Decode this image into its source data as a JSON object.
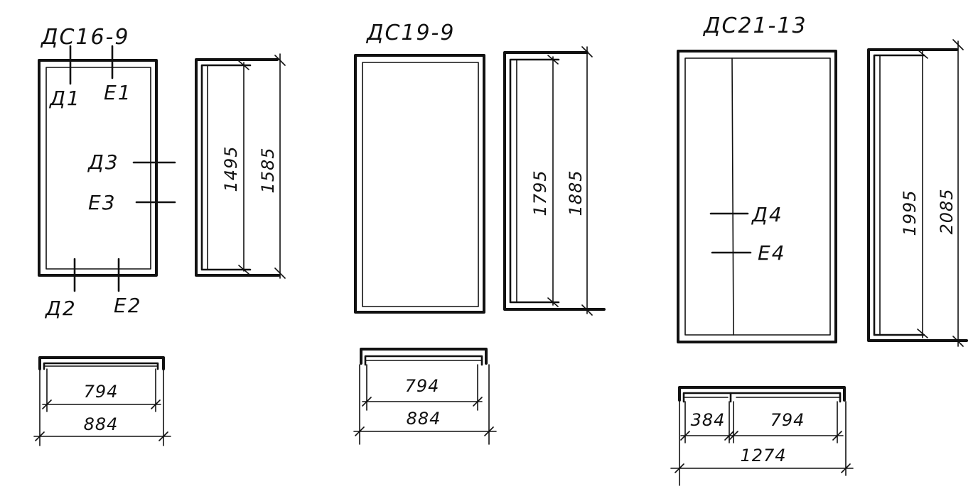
{
  "drawings": [
    {
      "title": "ДС16-9",
      "marks": [
        "Д1",
        "Е1",
        "Д3",
        "Е3",
        "Д2",
        "Е2"
      ],
      "side_dimensions": [
        "1495",
        "1585"
      ],
      "bottom_dimensions": [
        "794",
        "884"
      ]
    },
    {
      "title": "ДС19-9",
      "marks": [],
      "side_dimensions": [
        "1795",
        "1885"
      ],
      "bottom_dimensions": [
        "794",
        "884"
      ]
    },
    {
      "title": "ДС21-13",
      "marks": [
        "Д4",
        "Е4"
      ],
      "side_dimensions": [
        "1995",
        "2085"
      ],
      "bottom_dimensions": [
        "384",
        "794",
        "1274"
      ]
    }
  ]
}
